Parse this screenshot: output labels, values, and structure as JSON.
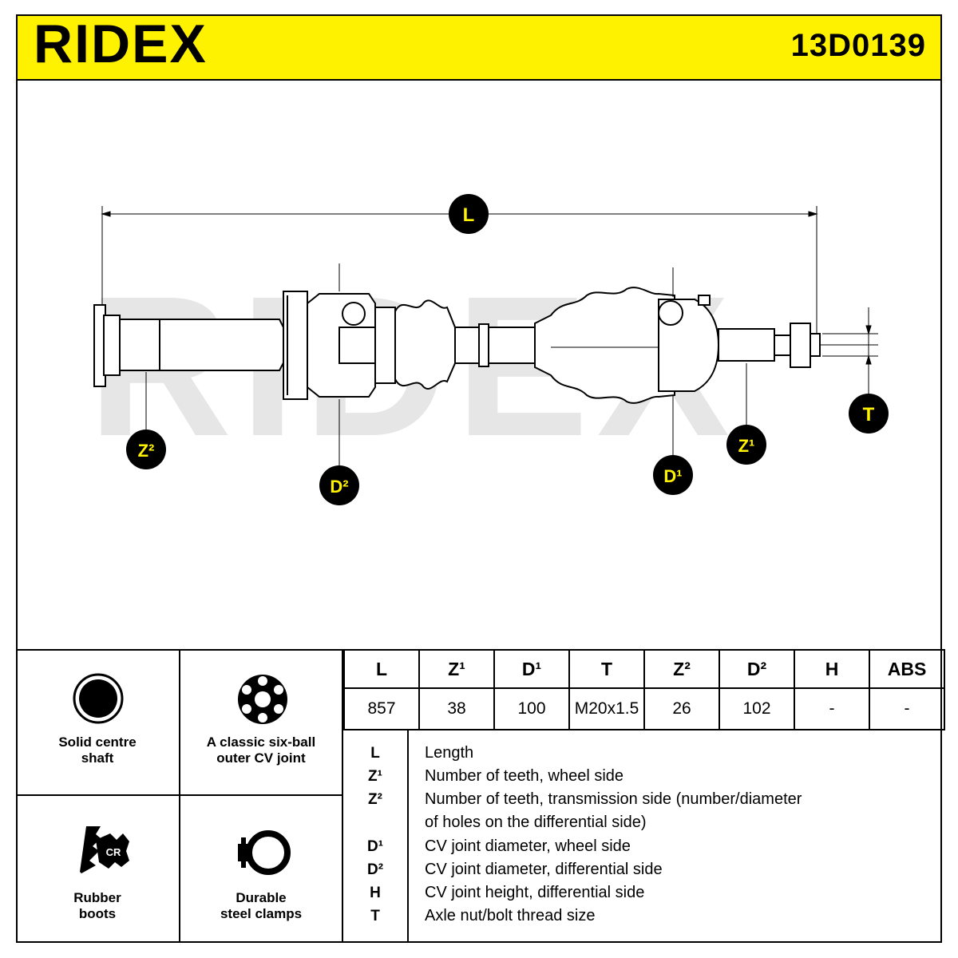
{
  "header": {
    "brand": "RIDEX",
    "part_number": "13D0139",
    "accent_color": "#fff200"
  },
  "drawing": {
    "watermark": "RIDEX",
    "callouts": {
      "L": "L",
      "T": "T",
      "Z2": "Z²",
      "D2": "D²",
      "D1": "D¹",
      "Z1": "Z¹"
    }
  },
  "features": [
    {
      "icon": "solid-shaft-icon",
      "label_line1": "Solid centre",
      "label_line2": "shaft"
    },
    {
      "icon": "six-ball-joint-icon",
      "label_line1": "A classic six-ball",
      "label_line2": "outer CV joint"
    },
    {
      "icon": "rubber-boot-icon",
      "label_line1": "Rubber",
      "label_line2": "boots",
      "badge": "CR"
    },
    {
      "icon": "steel-clamp-icon",
      "label_line1": "Durable",
      "label_line2": "steel clamps"
    }
  ],
  "specs": {
    "headers": [
      "L",
      "Z¹",
      "D¹",
      "T",
      "Z²",
      "D²",
      "H",
      "ABS"
    ],
    "values": [
      "857",
      "38",
      "100",
      "M20x1.5",
      "26",
      "102",
      "-",
      "-"
    ]
  },
  "legend": [
    {
      "sym": "L",
      "desc": "Length"
    },
    {
      "sym": "Z¹",
      "desc": "Number of teeth, wheel side"
    },
    {
      "sym": "Z²",
      "desc": "Number of teeth, transmission side (number/diameter"
    },
    {
      "sym": "",
      "desc": "of holes on the differential side)"
    },
    {
      "sym": "D¹",
      "desc": "CV joint diameter, wheel side"
    },
    {
      "sym": "D²",
      "desc": "CV joint diameter, differential side"
    },
    {
      "sym": "H",
      "desc": "CV joint height, differential side"
    },
    {
      "sym": "T",
      "desc": "Axle nut/bolt thread size"
    }
  ]
}
